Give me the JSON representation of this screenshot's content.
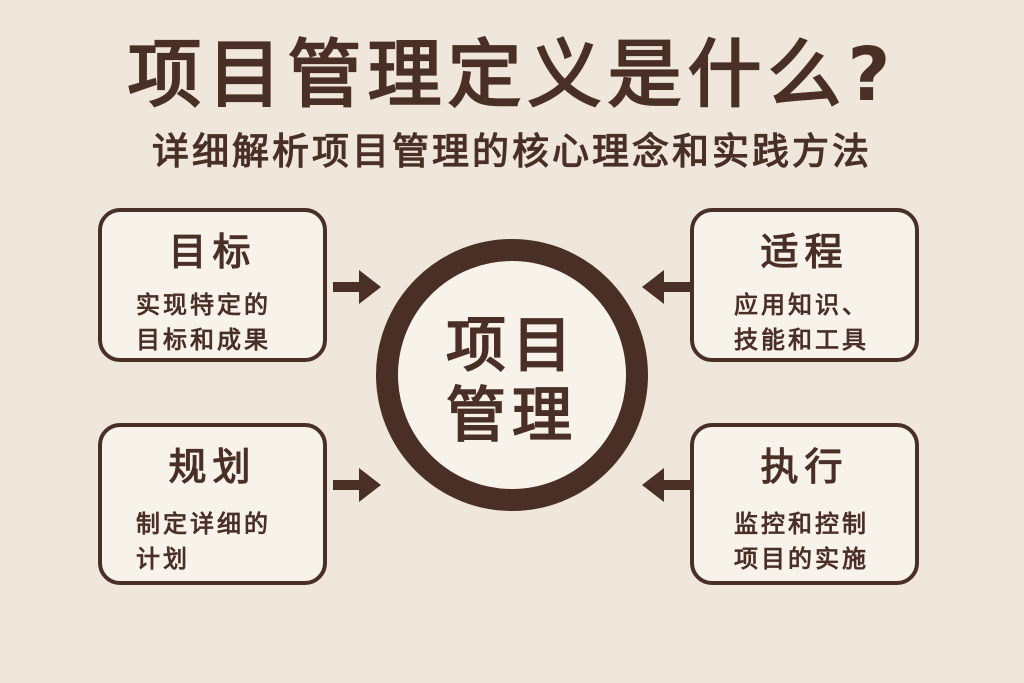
{
  "title": "项目管理定义是什么?",
  "subtitle": "详细解析项目管理的核心理念和实践方法",
  "center": {
    "line1": "项目",
    "line2": "管理"
  },
  "boxes": {
    "top_left": {
      "head": "目标",
      "line1": "实现特定的",
      "line2": "目标和成果"
    },
    "top_right": {
      "head": "适程",
      "line1": "应用知识、",
      "line2": "技能和工具"
    },
    "bottom_left": {
      "head": "规划",
      "line1": "制定详细的",
      "line2": "计划"
    },
    "bottom_right": {
      "head": "执行",
      "line1": "监控和控制",
      "line2": "项目的实施"
    }
  },
  "colors": {
    "background": "#efe7dc",
    "box_fill": "#f8f3ea",
    "ink": "#4a2f27"
  }
}
